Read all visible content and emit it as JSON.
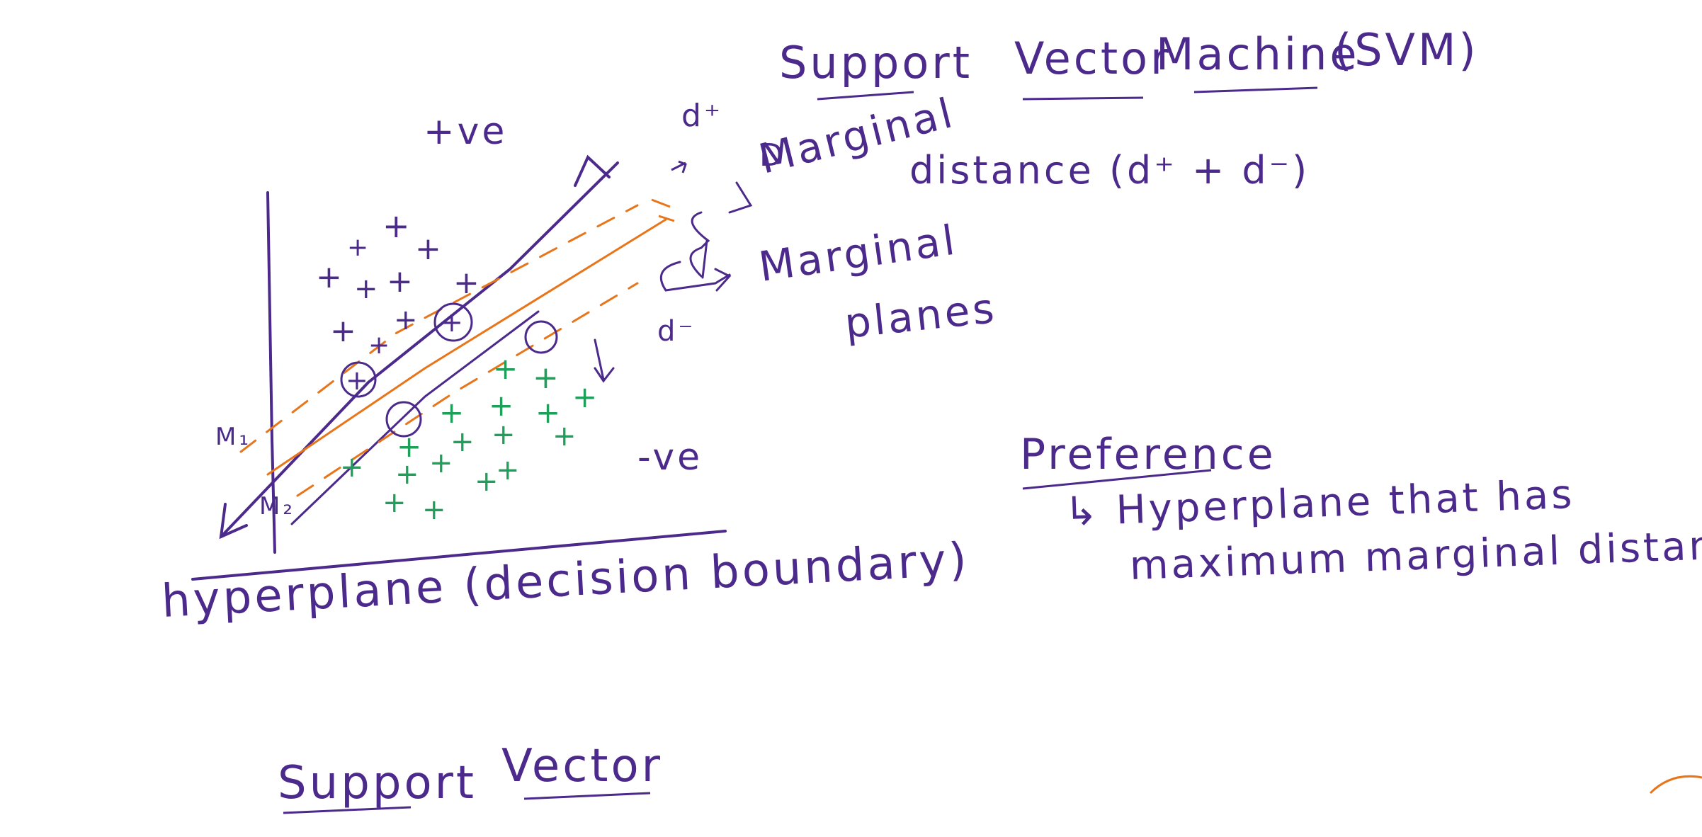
{
  "title": {
    "support": "Support",
    "vector": "Vector",
    "machine": "Machine",
    "abbr": "(SVM)"
  },
  "labels": {
    "positive_region": "+ve",
    "negative_region": "-ve",
    "d_plus": "d⁺",
    "d_minus": "d⁻",
    "marginal_distance_D": "D",
    "marginal": "Marginal",
    "distance": "distance (d⁺ + d⁻)",
    "marginal_planes_1": "Marginal",
    "marginal_planes_2": "planes",
    "m1": "M₁",
    "m2": "M₂",
    "hyperplane": "hyperplane (decision boundary)"
  },
  "preference": {
    "heading": "Preference",
    "line1": "↳ Hyperplane that has",
    "line2": "maximum marginal distance"
  },
  "bottom": {
    "support": "Support",
    "vector": "Vector"
  },
  "colors": {
    "ink": "#4b2a8c",
    "orange": "#e8751a",
    "green": "#1fa05a"
  }
}
